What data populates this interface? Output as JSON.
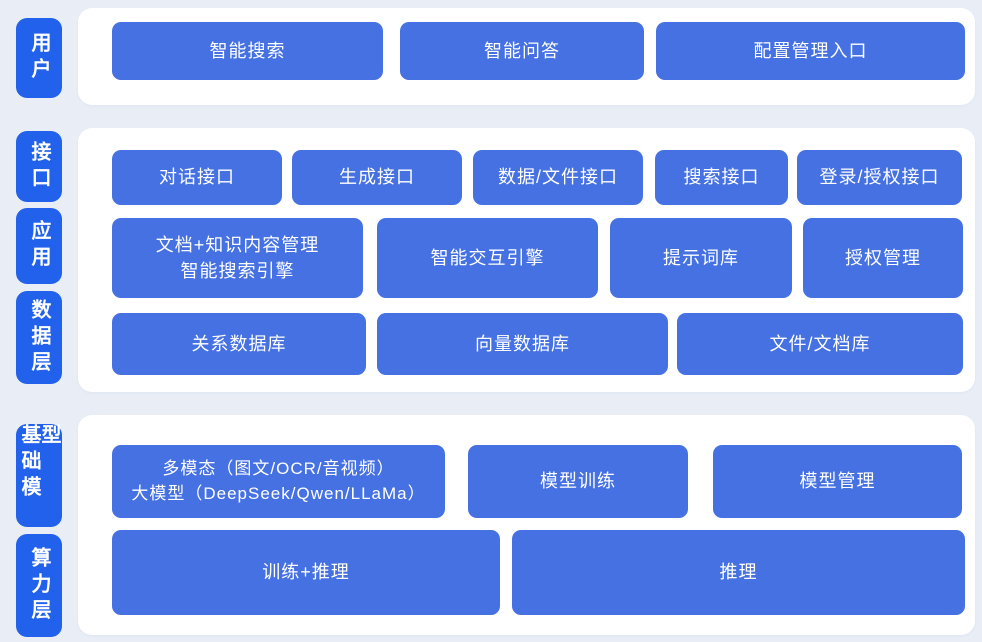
{
  "colors": {
    "page_background": "#e9eef6",
    "panel_background": "#ffffff",
    "side_label_blue": "#2261ec",
    "box_blue": "#4571e2",
    "box_text": "#ffffff"
  },
  "sections": {
    "user": {
      "side_label": "用户",
      "boxes": {
        "smart_search": "智能搜索",
        "smart_qa": "智能问答",
        "config_entry": "配置管理入口"
      }
    },
    "platform": {
      "side_labels": {
        "interface": "接口",
        "application": "应用",
        "data_layer": "数据层"
      },
      "interface_row": {
        "dialog_api": "对话接口",
        "generate_api": "生成接口",
        "data_file_api": "数据/文件接口",
        "search_api": "搜索接口",
        "login_auth_api": "登录/授权接口"
      },
      "application_row": {
        "doc_knowledge_line1": "文档+知识内容管理",
        "doc_knowledge_line2": "智能搜索引擎",
        "interaction_engine": "智能交互引擎",
        "prompt_library": "提示词库",
        "auth_management": "授权管理"
      },
      "data_row": {
        "relational_db": "关系数据库",
        "vector_db": "向量数据库",
        "file_doc_store": "文件/文档库"
      }
    },
    "foundation": {
      "side_labels": {
        "base_model": "基础模型",
        "compute_layer": "算力层"
      },
      "model_row": {
        "multimodal_line1": "多模态（图文/OCR/音视频）",
        "multimodal_line2": "大模型（DeepSeek/Qwen/LLaMa）",
        "model_training": "模型训练",
        "model_management": "模型管理"
      },
      "compute_row": {
        "train_infer": "训练+推理",
        "infer": "推理"
      }
    }
  }
}
